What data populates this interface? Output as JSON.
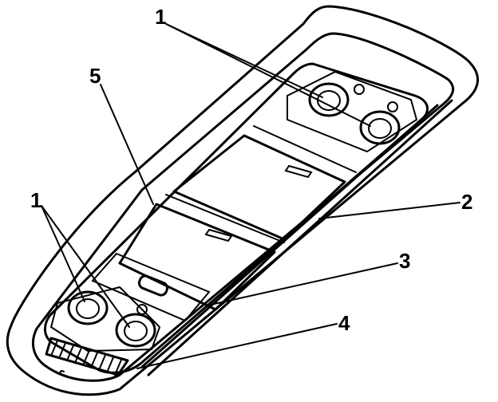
{
  "callouts": {
    "top_lamps": "1",
    "bottom_lamps": "1",
    "lens_front": "2",
    "lens_rear": "3",
    "trim_grille": "4",
    "panel_frame": "5"
  }
}
